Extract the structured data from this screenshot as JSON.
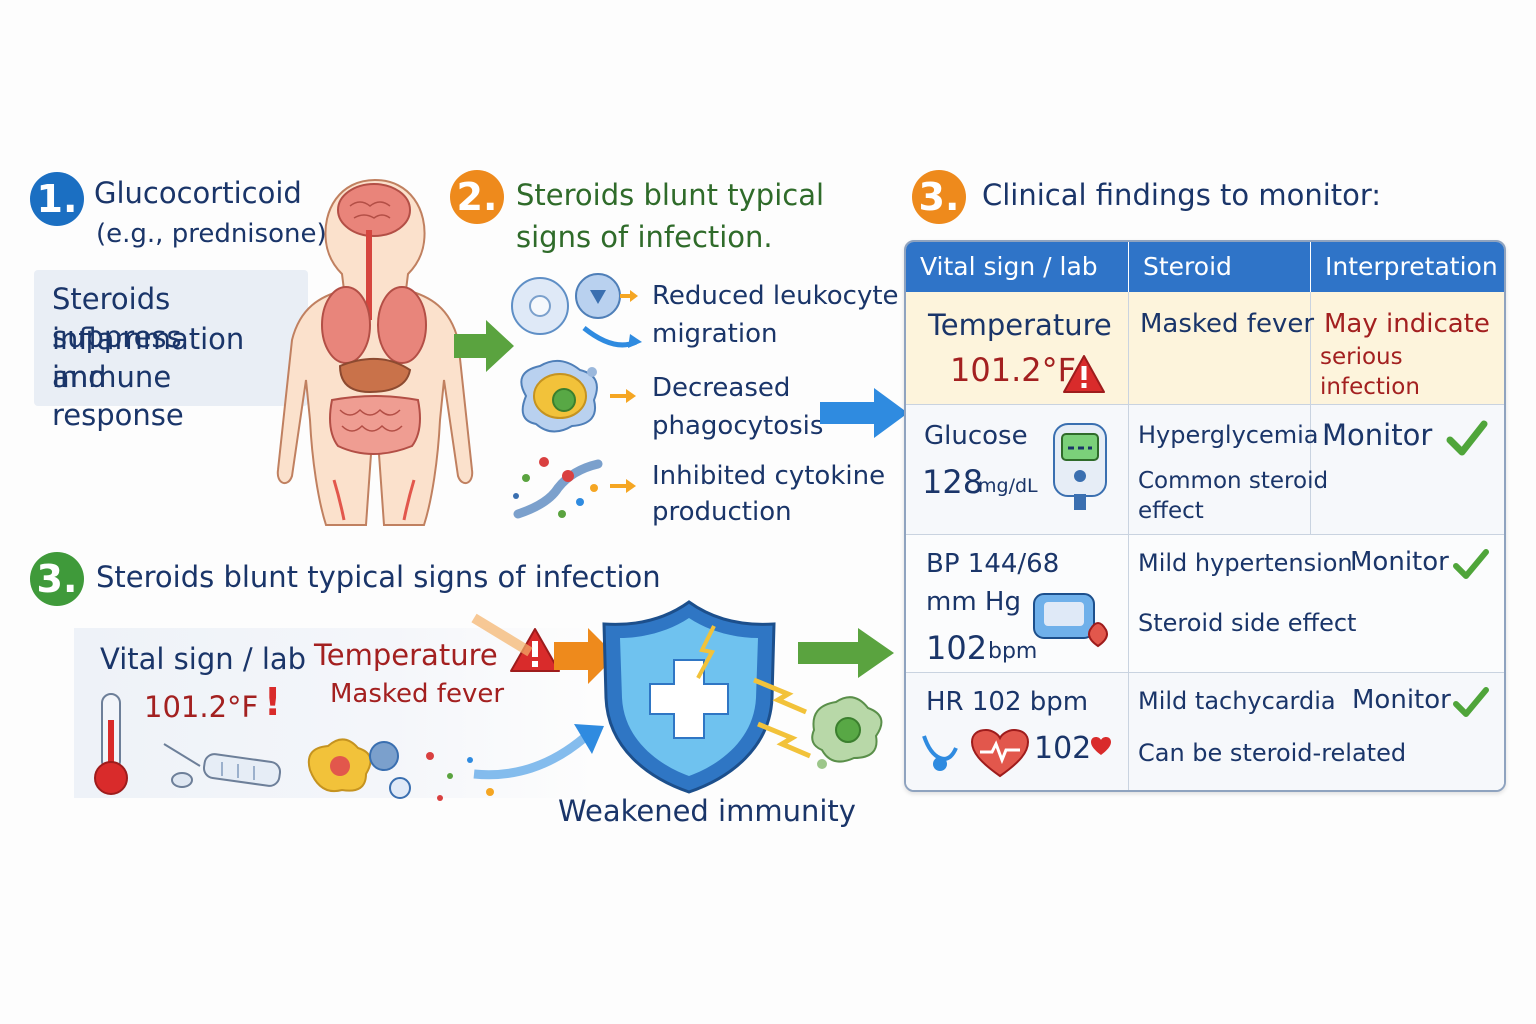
{
  "step1": {
    "number": "1.",
    "title": "Glucocorticoid",
    "subtitle": "(e.g., prednisone)",
    "note": [
      "Steroids suppress",
      "inflammation and",
      "immune response"
    ]
  },
  "step2": {
    "number": "2.",
    "title": [
      "Steroids blunt typical",
      "signs of infection."
    ],
    "effects": [
      {
        "lines": [
          "Reduced leukocyte",
          "migration"
        ],
        "icon": "leukocyte-icon"
      },
      {
        "lines": [
          "Decreased",
          "phagocytosis"
        ],
        "icon": "phagocyte-icon"
      },
      {
        "lines": [
          "Inhibited cytokine",
          "production"
        ],
        "icon": "cytokine-icon"
      }
    ]
  },
  "step3a": {
    "number": "3.",
    "title": "Steroids blunt typical signs of infection",
    "vital_label": "Vital sign / lab",
    "temp_value": "101.2°F",
    "temp_title": "Temperature",
    "temp_note": "Masked fever",
    "alert_glyph": "!",
    "shield_caption": "Weakened immunity"
  },
  "step3b": {
    "number": "3.",
    "title": "Clinical findings to monitor:",
    "headers": [
      "Vital sign / lab",
      "Steroid effect",
      "Interpretation"
    ],
    "rows": [
      {
        "vital": [
          "Temperature"
        ],
        "value": "101.2°F",
        "effect": [
          "Masked fever"
        ],
        "interp": [
          "May indicate",
          "serious infection"
        ],
        "interp_color": "#a32020"
      },
      {
        "vital": [
          "Glucose"
        ],
        "value": "128",
        "unit": "mg/dL",
        "effect": [
          "Hyperglycemia",
          "Common steroid",
          "effect"
        ],
        "interp": [
          "Monitor"
        ],
        "interp_color": "#1a3569"
      },
      {
        "vital": [
          "BP 144/68",
          "mm Hg"
        ],
        "value": "102",
        "unit": "bpm",
        "effect": [
          "Mild hypertension",
          "Steroid side effect"
        ],
        "interp": [
          "Monitor"
        ],
        "interp_color": "#1a3569"
      },
      {
        "vital": [
          "HR 102 bpm"
        ],
        "value": "102",
        "effect": [
          "Mild tachycardia",
          "Can be steroid-related"
        ],
        "interp": [
          "Monitor"
        ],
        "interp_color": "#1a3569"
      }
    ]
  },
  "colors": {
    "blue": "#1b6fc2",
    "orange": "#ee8a1c",
    "green": "#3f9a3a",
    "header": "#2f74c8",
    "warning_row": "#fdf4dc",
    "alert_red": "#d92b2b"
  }
}
